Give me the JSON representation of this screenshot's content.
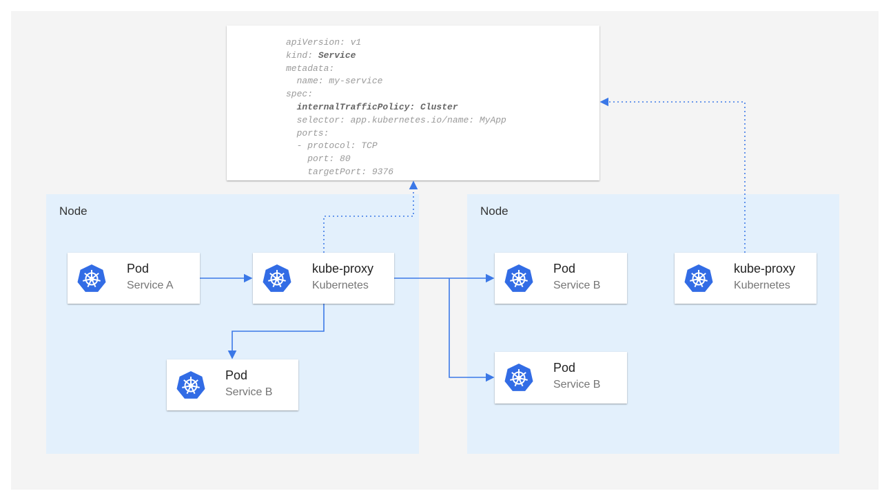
{
  "yaml": {
    "lines": [
      "apiVersion: v1",
      "kind: ",
      "metadata:",
      "  name: my-service",
      "spec:",
      "",
      "  selector: app.kubernetes.io/name: MyApp",
      "  ports:",
      "  - protocol: TCP",
      "    port: 80",
      "    targetPort: 9376"
    ],
    "kind_value": "Service",
    "policy_line": "  internalTrafficPolicy: Cluster"
  },
  "nodes": [
    {
      "label": "Node"
    },
    {
      "label": "Node"
    }
  ],
  "cards": {
    "pod_a": {
      "title": "Pod",
      "subtitle": "Service A"
    },
    "proxy_1": {
      "title": "kube-proxy",
      "subtitle": "Kubernetes"
    },
    "pod_b_left": {
      "title": "Pod",
      "subtitle": "Service B"
    },
    "pod_b_right_1": {
      "title": "Pod",
      "subtitle": "Service B"
    },
    "proxy_2": {
      "title": "kube-proxy",
      "subtitle": "Kubernetes"
    },
    "pod_b_right_2": {
      "title": "Pod",
      "subtitle": "Service B"
    }
  },
  "colors": {
    "arrow": "#3b78e7",
    "icon": "#326ce5",
    "node_bg": "#e3f0fc"
  }
}
